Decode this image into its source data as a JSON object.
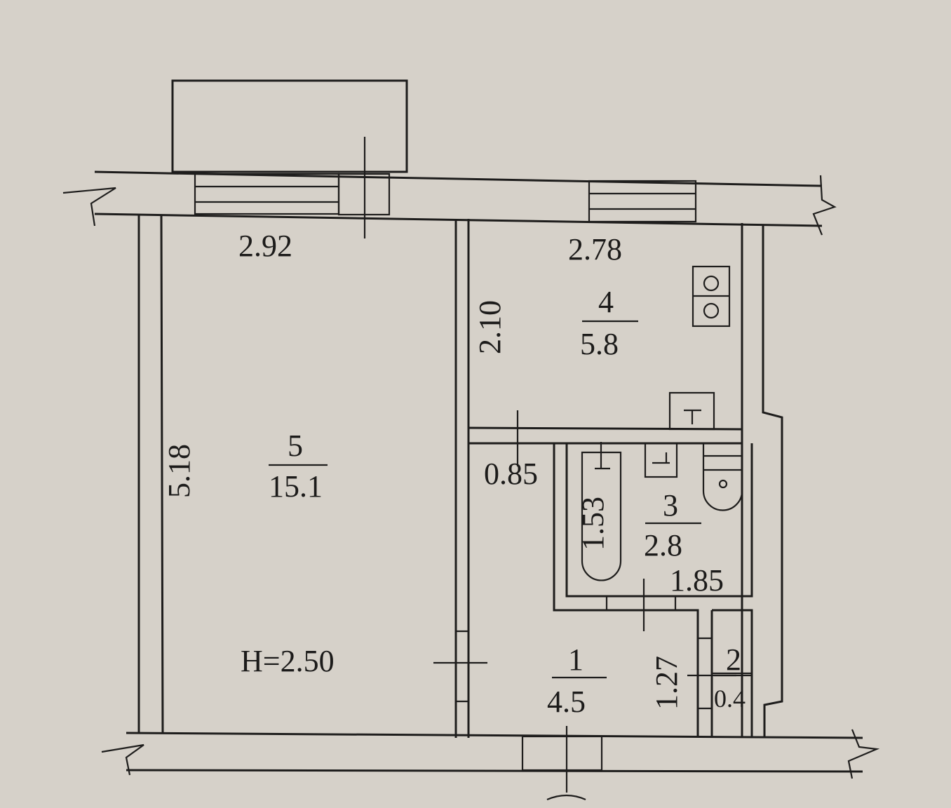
{
  "plan": {
    "ceiling_height": "H=2.50",
    "rooms": [
      {
        "number": "1",
        "area": "4.5"
      },
      {
        "number": "2",
        "area": "0.4"
      },
      {
        "number": "3",
        "area": "2.8"
      },
      {
        "number": "4",
        "area": "5.8"
      },
      {
        "number": "5",
        "area": "15.1"
      }
    ],
    "dimensions": {
      "room5_width": "2.92",
      "room5_length": "5.18",
      "kitchen_width": "2.78",
      "kitchen_length": "2.10",
      "hall_width": "0.85",
      "bath_length": "1.53",
      "bath_width": "1.85",
      "hall_length": "1.27"
    }
  }
}
